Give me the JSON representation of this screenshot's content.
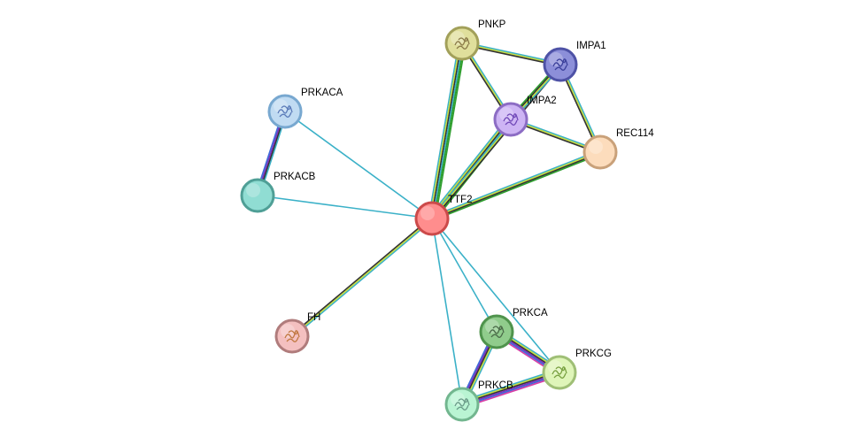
{
  "nodes": [
    {
      "id": "TTF2",
      "label": "TTF2",
      "fill": "#ff8d8d",
      "stroke": "#cc4a4a",
      "structure": false
    },
    {
      "id": "PNKP",
      "label": "PNKP",
      "fill": "#e0df9c",
      "stroke": "#a2a05a",
      "structure": true,
      "glyph": "#8a7a48"
    },
    {
      "id": "IMPA1",
      "label": "IMPA1",
      "fill": "#8c8fd9",
      "stroke": "#4e52a6",
      "structure": true,
      "glyph": "#3a3f9a"
    },
    {
      "id": "IMPA2",
      "label": "IMPA2",
      "fill": "#cdb4f4",
      "stroke": "#8c6cc4",
      "structure": true,
      "glyph": "#7048b8"
    },
    {
      "id": "REC114",
      "label": "REC114",
      "fill": "#fcdcbc",
      "stroke": "#c9a17a",
      "structure": false
    },
    {
      "id": "PRKACA",
      "label": "PRKACA",
      "fill": "#c0dbf2",
      "stroke": "#78a8d0",
      "structure": true,
      "glyph": "#5a7ab8"
    },
    {
      "id": "PRKACB",
      "label": "PRKACB",
      "fill": "#90ddd3",
      "stroke": "#4f9f96",
      "structure": false
    },
    {
      "id": "FH",
      "label": "FH",
      "fill": "#f4c0c0",
      "stroke": "#b07c7c",
      "structure": true,
      "glyph": "#c07840"
    },
    {
      "id": "PRKCA",
      "label": "PRKCA",
      "fill": "#90cc8c",
      "stroke": "#4f934c",
      "structure": true,
      "glyph": "#4a6a48"
    },
    {
      "id": "PRKCG",
      "label": "PRKCG",
      "fill": "#dff5b9",
      "stroke": "#9fbf76",
      "structure": true,
      "glyph": "#78a040"
    },
    {
      "id": "PRKCB",
      "label": "PRKCB",
      "fill": "#b9f4d3",
      "stroke": "#72b68f",
      "structure": true,
      "glyph": "#6a9a88"
    }
  ],
  "edges": [
    {
      "source": "TTF2",
      "target": "PNKP",
      "colors": [
        "#3bb1c8",
        "#c9df3f",
        "#333333",
        "#3bb1c8",
        "#2e9e2e",
        "#2e9e2e"
      ]
    },
    {
      "source": "TTF2",
      "target": "IMPA2",
      "colors": [
        "#3bb1c8",
        "#c9df3f",
        "#333333",
        "#3bb1c8",
        "#2e9e2e",
        "#2e9e2e"
      ]
    },
    {
      "source": "TTF2",
      "target": "IMPA1",
      "colors": [
        "#3bb1c8",
        "#c9df3f",
        "#333333"
      ]
    },
    {
      "source": "TTF2",
      "target": "REC114",
      "colors": [
        "#3bb1c8",
        "#c9df3f",
        "#333333",
        "#2e9e2e"
      ]
    },
    {
      "source": "TTF2",
      "target": "PRKACA",
      "colors": [
        "#3bb1c8"
      ]
    },
    {
      "source": "TTF2",
      "target": "PRKACB",
      "colors": [
        "#3bb1c8"
      ]
    },
    {
      "source": "TTF2",
      "target": "FH",
      "colors": [
        "#3bb1c8",
        "#c9df3f",
        "#333333"
      ]
    },
    {
      "source": "TTF2",
      "target": "PRKCA",
      "colors": [
        "#3bb1c8"
      ]
    },
    {
      "source": "TTF2",
      "target": "PRKCG",
      "colors": [
        "#3bb1c8"
      ]
    },
    {
      "source": "TTF2",
      "target": "PRKCB",
      "colors": [
        "#3bb1c8"
      ]
    },
    {
      "source": "PNKP",
      "target": "IMPA1",
      "colors": [
        "#3bb1c8",
        "#c9df3f",
        "#333333"
      ]
    },
    {
      "source": "PNKP",
      "target": "IMPA2",
      "colors": [
        "#3bb1c8",
        "#c9df3f",
        "#333333"
      ]
    },
    {
      "source": "IMPA1",
      "target": "IMPA2",
      "colors": [
        "#3bb1c8",
        "#c9df3f",
        "#333333",
        "#2e9e2e"
      ]
    },
    {
      "source": "IMPA1",
      "target": "REC114",
      "colors": [
        "#3bb1c8",
        "#c9df3f",
        "#333333"
      ]
    },
    {
      "source": "IMPA2",
      "target": "REC114",
      "colors": [
        "#3bb1c8",
        "#c9df3f",
        "#333333"
      ]
    },
    {
      "source": "PRKACA",
      "target": "PRKACB",
      "colors": [
        "#3bb1c8",
        "#333333",
        "#7b2fbe",
        "#3e6ad8"
      ]
    },
    {
      "source": "PRKCA",
      "target": "PRKCG",
      "colors": [
        "#3bb1c8",
        "#c9df3f",
        "#333333",
        "#7b2fbe",
        "#3e6ad8",
        "#d63fa6"
      ]
    },
    {
      "source": "PRKCA",
      "target": "PRKCB",
      "colors": [
        "#3bb1c8",
        "#c9df3f",
        "#333333",
        "#7b2fbe",
        "#3e6ad8"
      ]
    },
    {
      "source": "PRKCB",
      "target": "PRKCG",
      "colors": [
        "#3bb1c8",
        "#c9df3f",
        "#333333",
        "#7b2fbe",
        "#3e6ad8",
        "#d63fa6"
      ]
    }
  ]
}
